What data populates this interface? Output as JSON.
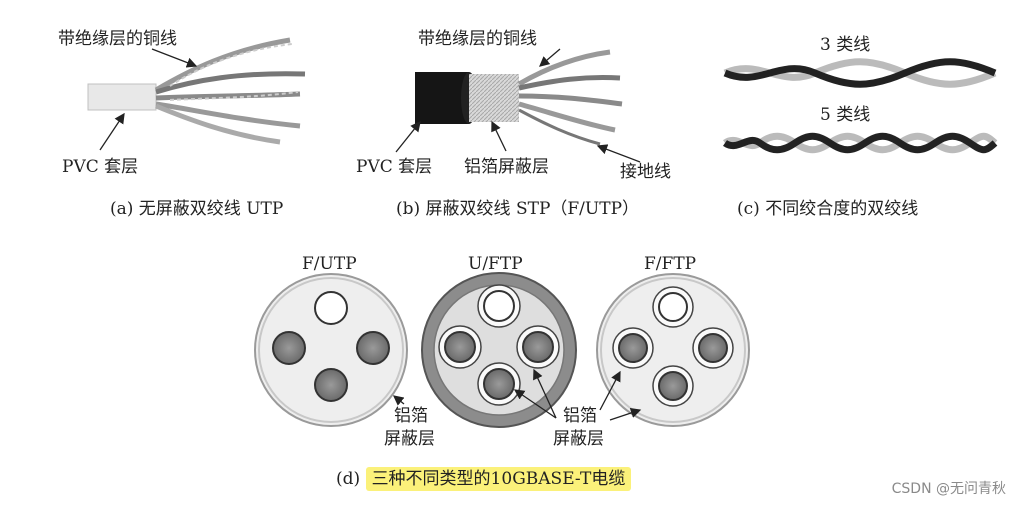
{
  "panel_a": {
    "conductor_label": "带绝缘层的铜线",
    "jacket_label": "PVC 套层",
    "caption": "(a) 无屏蔽双绞线 UTP"
  },
  "panel_b": {
    "conductor_label": "带绝缘层的铜线",
    "jacket_label": "PVC 套层",
    "foil_label": "铝箔屏蔽层",
    "ground_label": "接地线",
    "caption": "(b) 屏蔽双绞线 STP（F/UTP）"
  },
  "panel_c": {
    "cat3_label": "3 类线",
    "cat5_label": "5 类线",
    "caption": "(c) 不同绞合度的双绞线"
  },
  "panel_d": {
    "cable_titles": [
      "F/UTP",
      "U/FTP",
      "F/FTP"
    ],
    "foil_label_left_line1": "铝箔",
    "foil_label_left_line2": "屏蔽层",
    "foil_label_right_line1": "铝箔",
    "foil_label_right_line2": "屏蔽层",
    "caption_prefix": "(d)",
    "caption": "三种不同类型的10GBASE-T电缆",
    "highlight_color": "#fbf17a"
  },
  "watermark": "CSDN @无问青秋"
}
